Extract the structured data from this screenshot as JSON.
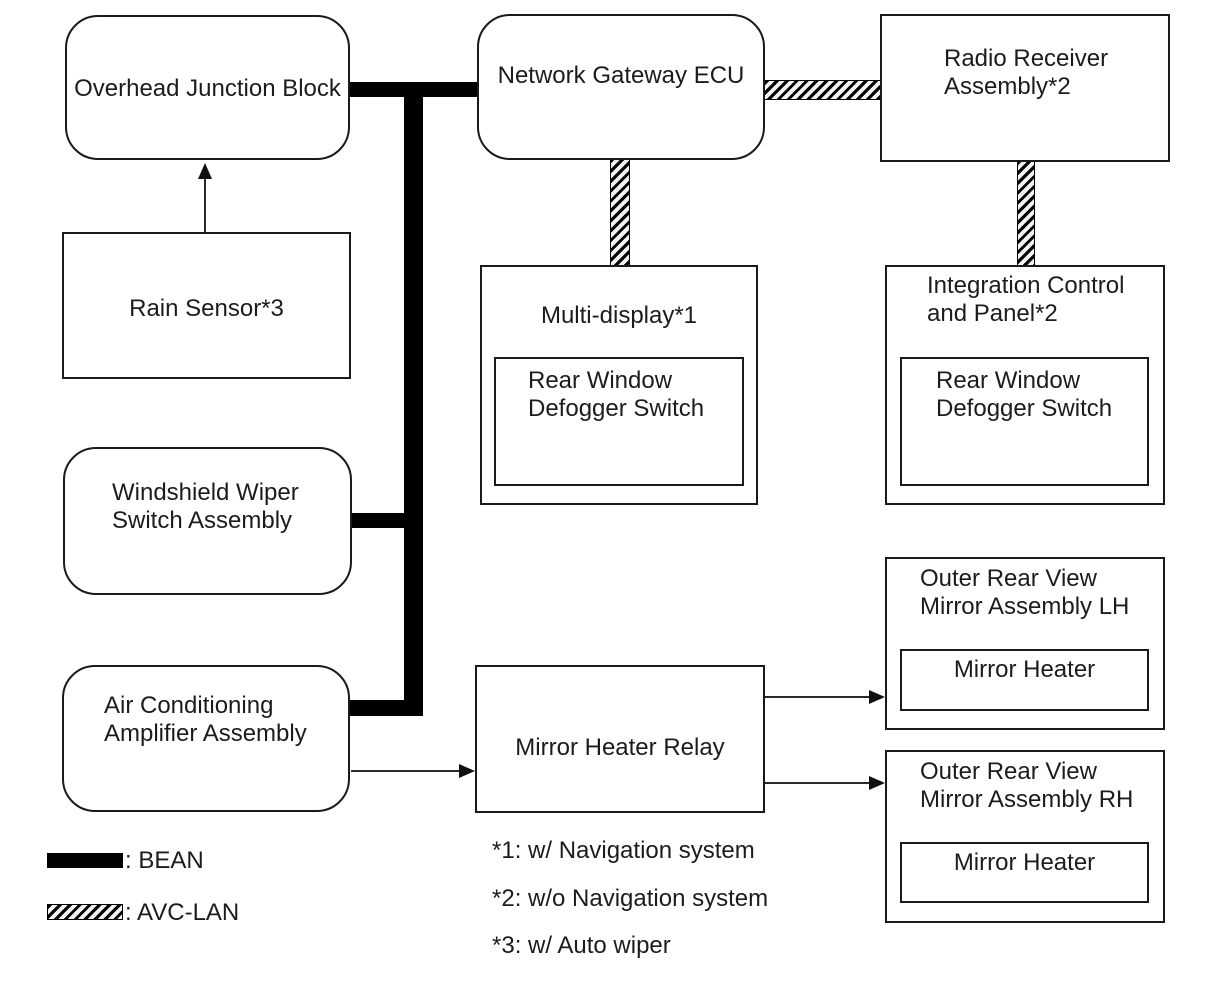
{
  "diagram": {
    "nodes": {
      "overhead_junction_block": {
        "lines": [
          "Overhead Junction Block"
        ]
      },
      "network_gateway_ecu": {
        "lines": [
          "Network Gateway ECU"
        ]
      },
      "radio_receiver_assembly": {
        "lines": [
          "Radio Receiver",
          "Assembly*2"
        ]
      },
      "rain_sensor": {
        "lines": [
          "Rain Sensor*3"
        ]
      },
      "multi_display": {
        "lines": [
          "Multi-display*1"
        ],
        "inner": {
          "lines": [
            "Rear Window",
            "Defogger Switch"
          ]
        }
      },
      "integration_control_panel": {
        "lines": [
          "Integration Control",
          "and Panel*2"
        ],
        "inner": {
          "lines": [
            "Rear Window",
            "Defogger Switch"
          ]
        }
      },
      "windshield_wiper_switch": {
        "lines": [
          "Windshield Wiper",
          "Switch Assembly"
        ]
      },
      "air_conditioning_amplifier": {
        "lines": [
          "Air Conditioning",
          "Amplifier Assembly"
        ]
      },
      "mirror_heater_relay": {
        "lines": [
          "Mirror Heater Relay"
        ]
      },
      "outer_mirror_lh": {
        "lines": [
          "Outer Rear View",
          "Mirror Assembly LH"
        ],
        "inner": {
          "lines": [
            "Mirror Heater"
          ]
        }
      },
      "outer_mirror_rh": {
        "lines": [
          "Outer Rear View",
          "Mirror Assembly RH"
        ],
        "inner": {
          "lines": [
            "Mirror Heater"
          ]
        }
      }
    },
    "legend": {
      "bean_label": ": BEAN",
      "avclan_label": ": AVC-LAN"
    },
    "notes": [
      "*1: w/ Navigation system",
      "*2: w/o Navigation system",
      "*3: w/ Auto wiper"
    ],
    "colors": {
      "line": "#000000",
      "background": "#ffffff"
    }
  }
}
